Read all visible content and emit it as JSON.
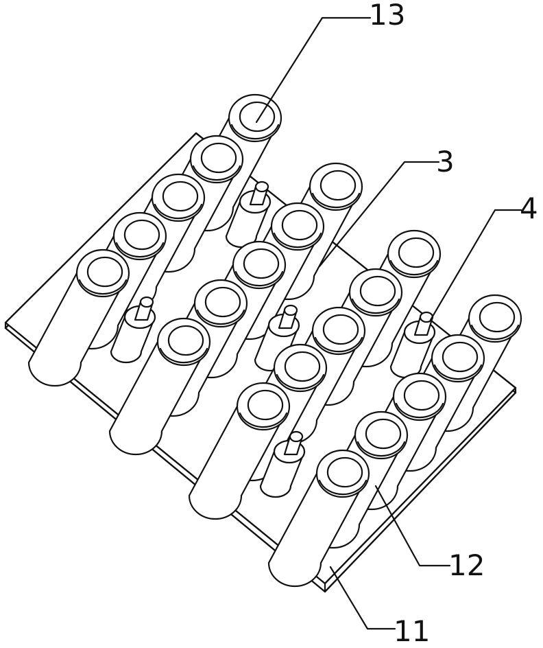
{
  "figure": {
    "labels": [
      {
        "id": "label-13",
        "text": "13"
      },
      {
        "id": "label-3",
        "text": "3"
      },
      {
        "id": "label-4",
        "text": "4"
      },
      {
        "id": "label-12",
        "text": "12"
      },
      {
        "id": "label-11",
        "text": "11"
      }
    ]
  }
}
